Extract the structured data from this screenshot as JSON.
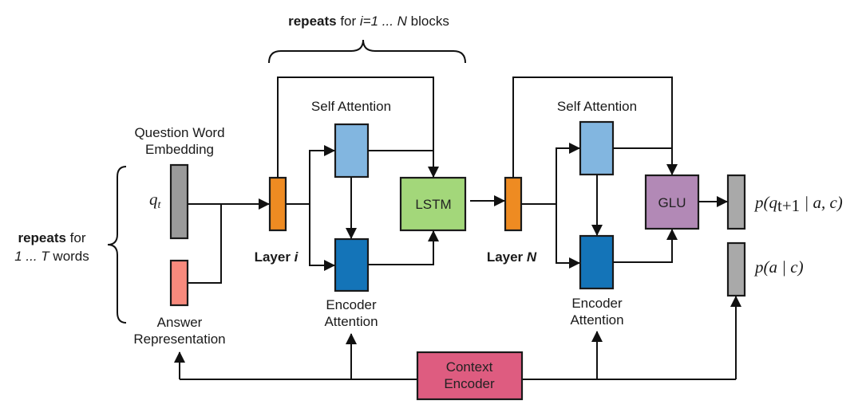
{
  "top_annotation": {
    "bold": "repeats",
    "plain1": " for ",
    "italic": "i=1 ... N",
    "plain2": " blocks"
  },
  "left_annotation": {
    "line1_bold": "repeats",
    "line1_plain": " for",
    "line2_italic": "1 ... T",
    "line2_plain": " words"
  },
  "labels": {
    "question_embedding_1": "Question Word",
    "question_embedding_2": "Embedding",
    "q_symbol": "q",
    "q_sub": "t",
    "answer_rep_1": "Answer",
    "answer_rep_2": "Representation",
    "layer_i_word": "Layer ",
    "layer_i_var": "i",
    "layer_n_word": "Layer ",
    "layer_n_var": "N",
    "self_attention_1": "Self Attention",
    "self_attention_2": "Self Attention",
    "encoder_attention_1a": "Encoder",
    "encoder_attention_1b": "Attention",
    "encoder_attention_2a": "Encoder",
    "encoder_attention_2b": "Attention",
    "lstm": "LSTM",
    "glu": "GLU",
    "context_encoder_1": "Context",
    "context_encoder_2": "Encoder",
    "out_q_p": "p(",
    "out_q_q": "q",
    "out_q_sub": "t+1",
    "out_q_rest": " | a, c)",
    "out_a": "p(a | c)"
  },
  "colors": {
    "word_embedding": "#9a9a9a",
    "answer_representation": "#f78a7d",
    "layer": "#ee8b22",
    "self_attention": "#82b6e0",
    "encoder_attention": "#1474b8",
    "lstm": "#a3d77a",
    "glu": "#b289b6",
    "context_encoder": "#de5c80",
    "output": "#a9a9a9"
  }
}
